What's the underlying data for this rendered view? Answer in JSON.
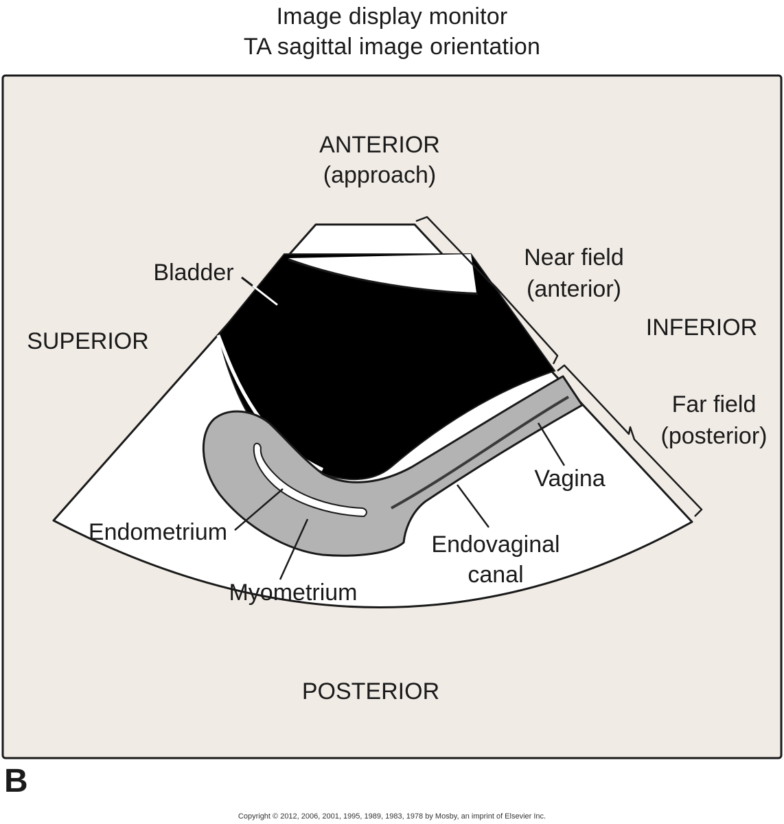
{
  "title": {
    "line1": "Image display monitor",
    "line2": "TA sagittal image orientation"
  },
  "directions": {
    "anterior": "ANTERIOR",
    "anterior_note": "(approach)",
    "superior": "SUPERIOR",
    "inferior": "INFERIOR",
    "posterior": "POSTERIOR"
  },
  "fields": {
    "near_line1": "Near field",
    "near_line2": "(anterior)",
    "far_line1": "Far field",
    "far_line2": "(posterior)"
  },
  "structures": {
    "bladder": "Bladder",
    "endometrium": "Endometrium",
    "myometrium": "Myometrium",
    "vagina": "Vagina",
    "endovaginal_line1": "Endovaginal",
    "endovaginal_line2": "canal"
  },
  "panel_letter": "B",
  "copyright": "Copyright © 2012, 2006, 2001, 1995, 1989, 1983, 1978 by Mosby, an imprint of Elsevier Inc.",
  "colors": {
    "monitor_bg": "#f0ebe5",
    "bladder": "#000000",
    "uterus": "#b3b3b3",
    "sector": "#ffffff"
  }
}
